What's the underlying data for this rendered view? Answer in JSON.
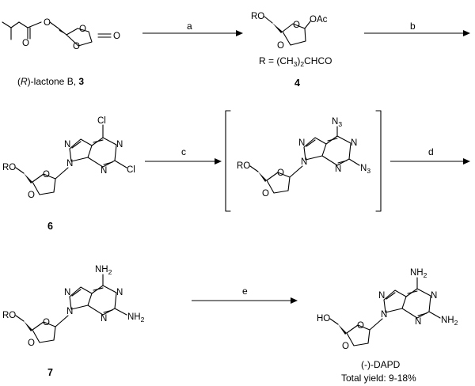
{
  "reaction_labels": {
    "a": "a",
    "b": "b",
    "c": "c",
    "d": "d",
    "e": "e"
  },
  "compound3": {
    "name_prefix": "(",
    "name_italic": "R",
    "name_suffix": ")-lactone B, ",
    "number": "3"
  },
  "compound4": {
    "number": "4",
    "r_def_prefix": "R = (CH",
    "r_def_sub": "3",
    "r_def_suffix": ")",
    "r_def_sub2": "2",
    "r_def_end": "CHCO"
  },
  "compound6": {
    "number": "6"
  },
  "compound7": {
    "number": "7"
  },
  "final": {
    "name": "(-)-DAPD",
    "yield": "Total yield: 9-18%"
  },
  "atoms": {
    "O": "O",
    "RO": "RO",
    "HO": "HO",
    "N": "N",
    "Cl": "Cl",
    "OAc": "OAc",
    "N3_main": "N",
    "N3_sub": "3",
    "NH2_main": "NH",
    "NH2_sub": "2"
  }
}
